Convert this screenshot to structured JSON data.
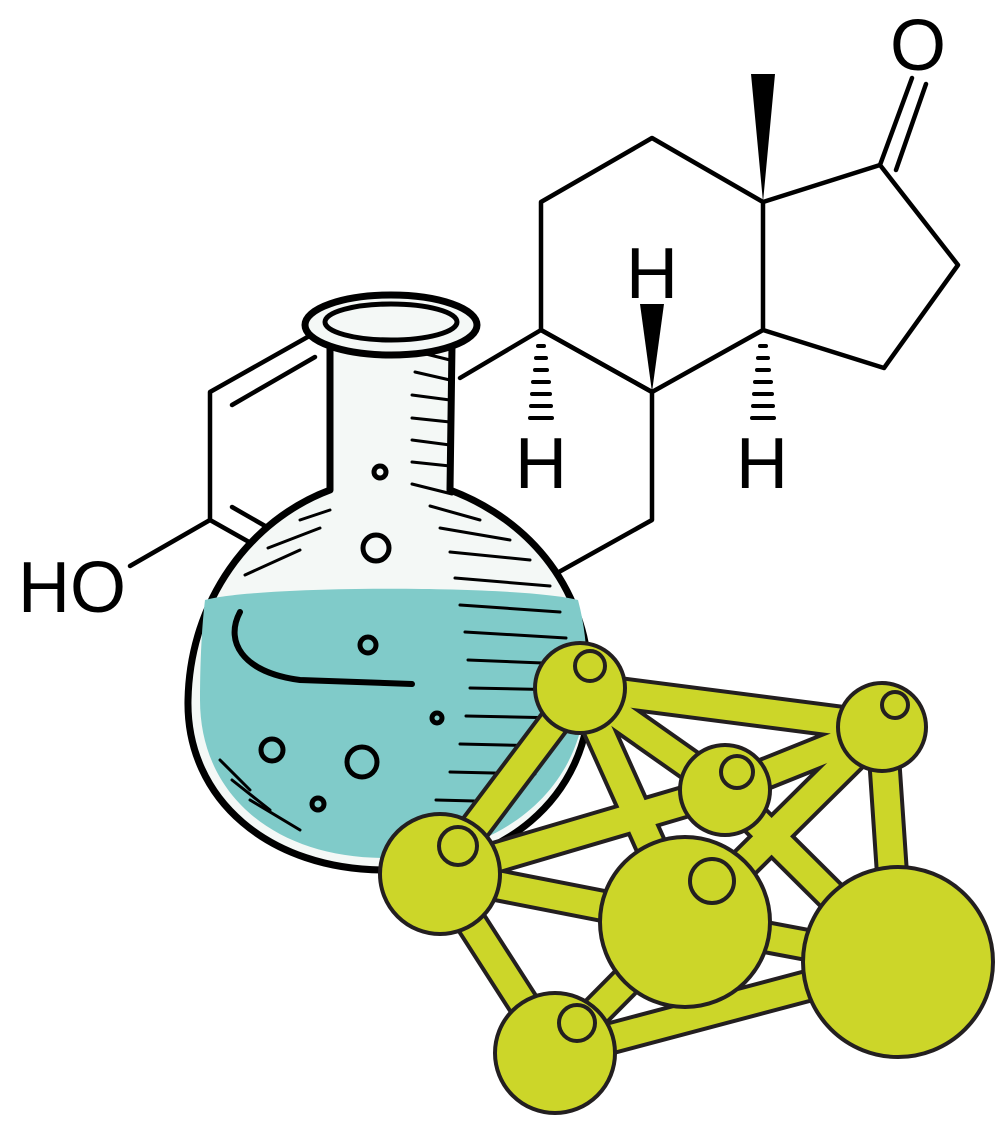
{
  "molecule": {
    "labels": {
      "oxygen": "O",
      "hydrogen_top": "H",
      "hydrogen_left": "H",
      "hydrogen_right": "H",
      "hydroxyl": "HO"
    }
  },
  "colors": {
    "bond": "#000000",
    "flask_glass": "#f4f8f6",
    "flask_liquid": "#80cbc9",
    "cluster_atom": "#ccd629",
    "cluster_outline": "#231f20",
    "background": "#ffffff"
  },
  "icons": {
    "flask": "round-bottom-flask-icon",
    "cluster": "atom-cluster-icon"
  }
}
